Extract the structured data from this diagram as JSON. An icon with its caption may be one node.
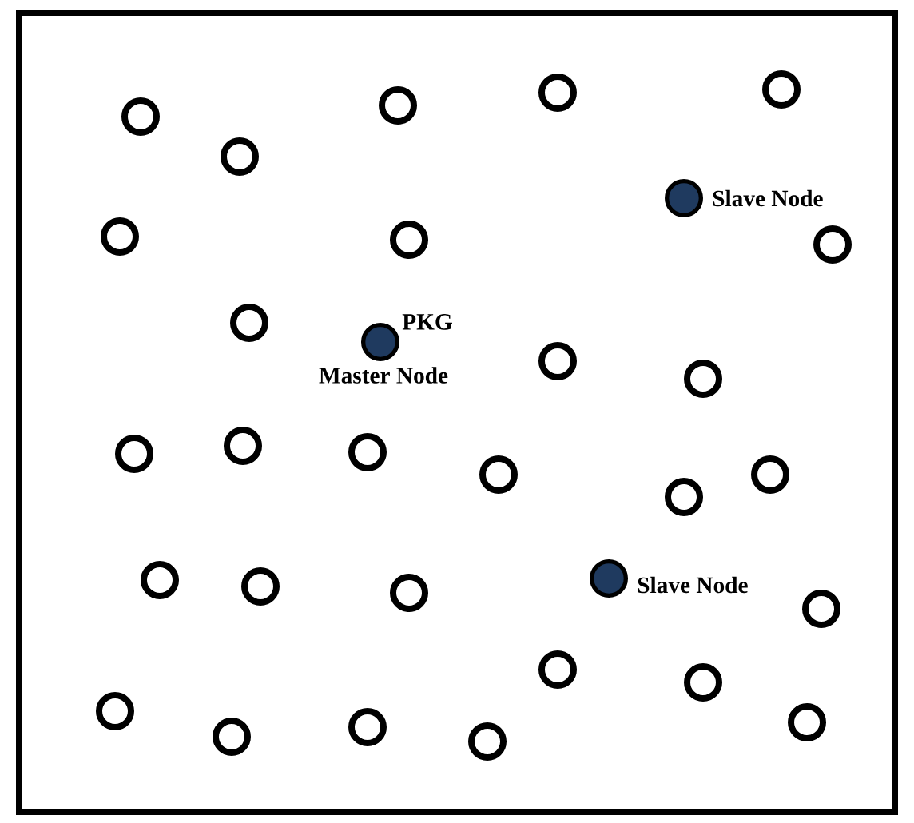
{
  "diagram": {
    "nodes": [
      {
        "text": [],
        "shape": "circle"
      },
      {
        "text": [],
        "shape": "circle"
      },
      {
        "text": [],
        "shape": "circle"
      },
      {
        "text": [],
        "shape": "circle"
      },
      {
        "text": [],
        "shape": "circle"
      },
      {
        "text": [],
        "shape": "circle"
      },
      {
        "text": [],
        "shape": "circle"
      },
      {
        "text": [],
        "shape": "dot",
        "beside": [
          "Slave Node"
        ]
      },
      {
        "text": [],
        "shape": "circle"
      },
      {
        "text": [],
        "shape": "circle"
      },
      {
        "text": [],
        "shape": "dot",
        "beside": [
          "PKG",
          "Master Node"
        ]
      },
      {
        "text": [],
        "shape": "circle"
      },
      {
        "text": [],
        "shape": "circle"
      },
      {
        "text": [],
        "shape": "circle"
      },
      {
        "text": [],
        "shape": "circle"
      },
      {
        "text": [],
        "shape": "circle"
      },
      {
        "text": [],
        "shape": "circle"
      },
      {
        "text": [],
        "shape": "circle"
      },
      {
        "text": [],
        "shape": "circle"
      },
      {
        "text": [],
        "shape": "circle"
      },
      {
        "text": [],
        "shape": "circle"
      },
      {
        "text": [],
        "shape": "circle"
      },
      {
        "text": [],
        "shape": "dot",
        "beside": [
          "Slave Node"
        ]
      },
      {
        "text": [],
        "shape": "circle"
      },
      {
        "text": [],
        "shape": "circle"
      },
      {
        "text": [],
        "shape": "circle"
      },
      {
        "text": [],
        "shape": "circle"
      },
      {
        "text": [],
        "shape": "circle"
      },
      {
        "text": [],
        "shape": "circle"
      },
      {
        "text": [],
        "shape": "circle"
      },
      {
        "text": [],
        "shape": "circle"
      }
    ]
  }
}
